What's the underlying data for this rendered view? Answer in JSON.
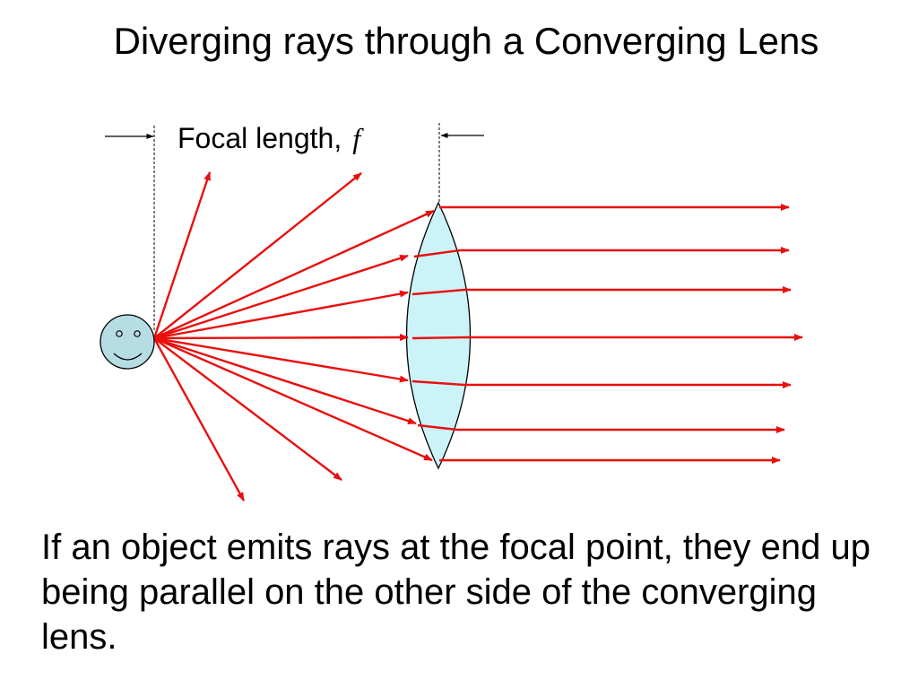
{
  "title": "Diverging rays through a Converging Lens",
  "focal_label": "Focal length,",
  "focal_symbol": "f",
  "caption": "If an object emits rays at the focal point, they end up being parallel on the other side of the converging lens.",
  "colors": {
    "ray": "#e8100f",
    "lens_fill": "#ccf4f8",
    "face_fill": "#b6dde3",
    "outline": "#000000"
  },
  "icons": {
    "object": "smiley-face-icon"
  }
}
